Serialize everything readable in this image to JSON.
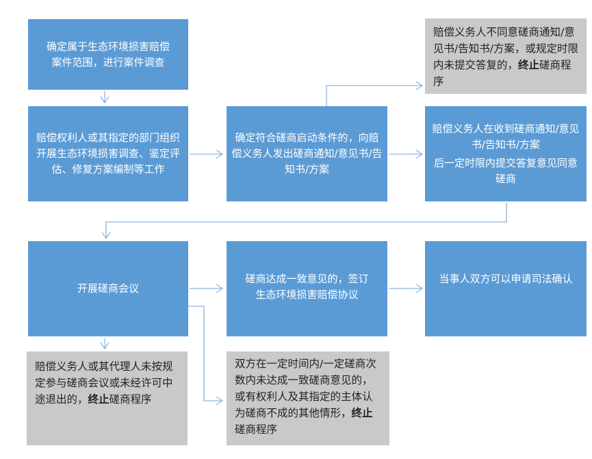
{
  "nodes": {
    "start": {
      "text": "确定属于生态环境损害赔偿案件范围，进行案件调查"
    },
    "investigation": {
      "text": "赔偿权利人或其指定的部门组织开展生态环境损害调查、鉴定评估、修复方案编制等工作"
    },
    "notice": {
      "text": "确定符合磋商启动条件的，向赔偿义务人发出磋商通知/意见书/告知书/方案"
    },
    "agree": {
      "line1": "赔偿义务人在收到磋商通知/意见书/告知书/方案",
      "line2": "后一定时限内提交答复意见同意磋商"
    },
    "disagree_terminate": {
      "before": "赔偿义务人不同意磋商通知/意见书/告知书/方案，或规定时限内未提交答复的，",
      "bold": "终止",
      "after": "磋商程序"
    },
    "meeting": {
      "text": "开展磋商会议"
    },
    "agreement": {
      "text": "磋商达成一致意见的，签订生态环境损害赔偿协议"
    },
    "judicial": {
      "text": "当事人双方可以申请司法确认"
    },
    "absent_terminate": {
      "before": "赔偿义务人或其代理人未按规定参与磋商会议或未经许可中途退出的，",
      "bold": "终止",
      "after": "磋商程序"
    },
    "failed_terminate": {
      "before": "双方在一定时间内/一定磋商次数内未达成一致磋商意见的，或有权利人及其指定的主体认为磋商不成的其他情形，",
      "bold": "终止",
      "after": "磋商程序"
    }
  },
  "colors": {
    "blue": "#5b9bd5",
    "gray": "#c9c9c9",
    "arrow": "#8db3e2"
  }
}
